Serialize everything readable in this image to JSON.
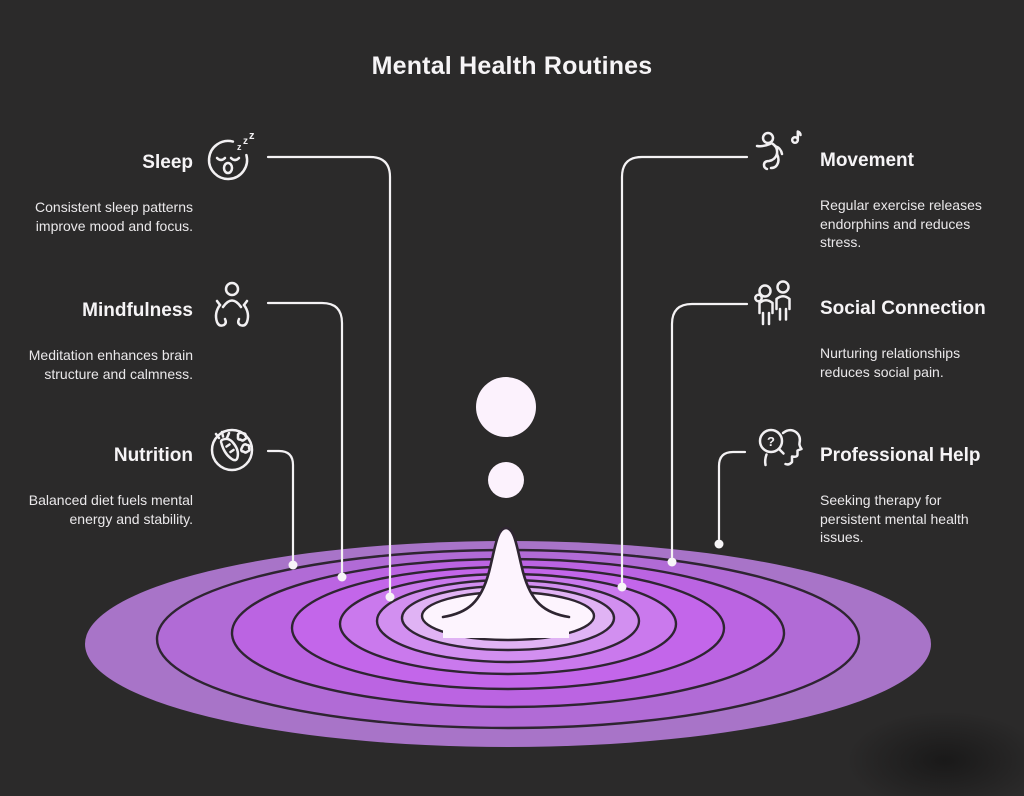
{
  "title": "Mental Health Routines",
  "colors": {
    "background": "#2b2a2a",
    "text_primary": "#f6f4f6",
    "text_secondary": "#eae8ea",
    "line": "#f4f2f4",
    "outline": "#2e2531",
    "splash": "#fdf4fe",
    "droplet": "#fcf2fd"
  },
  "ripple": {
    "bands": [
      "#a874c8",
      "#b16bd6",
      "#bb64e2",
      "#c366ea",
      "#ca79ed",
      "#d28ff0",
      "#e0b3f4",
      "#fdf4fe"
    ]
  },
  "items": [
    {
      "id": "sleep",
      "title": "Sleep",
      "description": "Consistent sleep patterns improve mood and focus.",
      "icon": "sleeping-face-icon"
    },
    {
      "id": "mindfulness",
      "title": "Mindfulness",
      "description": "Meditation enhances brain structure and calmness.",
      "icon": "hands-holding-person-icon"
    },
    {
      "id": "nutrition",
      "title": "Nutrition",
      "description": "Balanced diet fuels mental energy and stability.",
      "icon": "vegetables-icon"
    },
    {
      "id": "movement",
      "title": "Movement",
      "description": "Regular exercise releases endorphins and reduces stress.",
      "icon": "dancing-person-icon"
    },
    {
      "id": "social",
      "title": "Social Connection",
      "description": "Nurturing relationships reduces social pain.",
      "icon": "people-icon"
    },
    {
      "id": "professional",
      "title": "Professional Help",
      "description": "Seeking therapy for persistent mental health issues.",
      "icon": "head-question-icon"
    }
  ],
  "glyphs": {
    "z1": "z",
    "z2": "z",
    "z3": "z",
    "question_mark": "?"
  }
}
